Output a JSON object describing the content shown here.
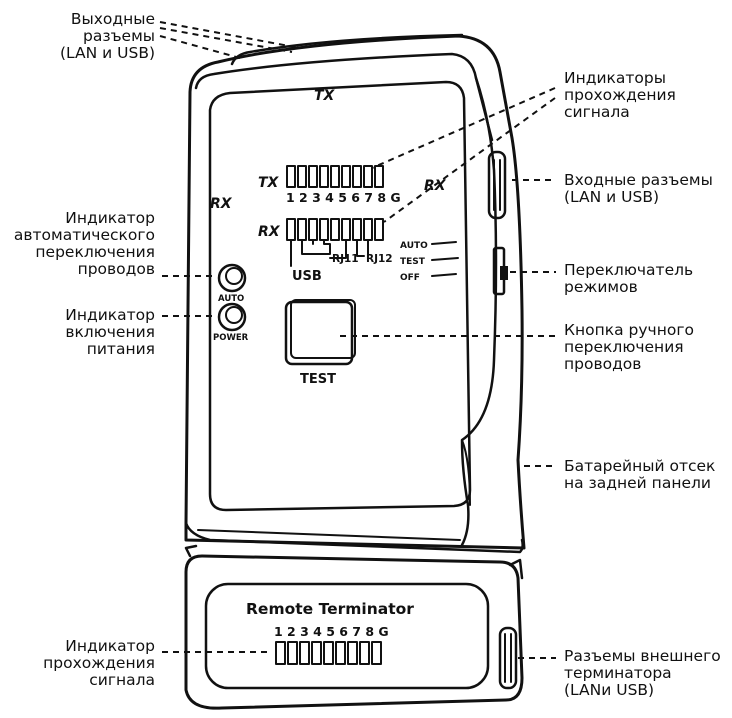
{
  "labels": {
    "output_ports": [
      "Выходные",
      "разъемы",
      "(LAN и USB)"
    ],
    "signal_indicators": [
      "Индикаторы",
      "прохождения",
      "сигнала"
    ],
    "input_ports": [
      "Входные разъемы",
      "(LAN и USB)"
    ],
    "auto_indicator": [
      "Индикатор",
      "автоматического",
      "переключения",
      "проводов"
    ],
    "mode_switch": [
      "Переключатель",
      "режимов"
    ],
    "power_indicator": [
      "Индикатор",
      "включения",
      "питания"
    ],
    "manual_button": [
      "Кнопка ручного",
      "переключения",
      "проводов"
    ],
    "battery": [
      "Батарейный отсек",
      "на задней панели"
    ],
    "remote_indicator": [
      "Индикатор",
      "прохождения",
      "сигнала"
    ],
    "remote_ports": [
      "Разъемы внешнего",
      "терминатора",
      "(LANи USB)"
    ]
  },
  "device": {
    "tx_top": "TX",
    "rx_left": "RX",
    "rx_right": "RX",
    "tx_row": "TX",
    "rx_row": "RX",
    "numbers": "1 2 3 4 5 6 7 8 G",
    "usb": "USB",
    "rj11": "RJ11",
    "rj12": "RJ12",
    "mode_auto": "AUTO",
    "mode_test": "TEST",
    "mode_off": "OFF",
    "led_auto": "AUTO",
    "led_power": "POWER",
    "test_button": "TEST"
  },
  "remote": {
    "title": "Remote Terminator",
    "numbers": "1 2 3 4 5 6 7 8 G"
  }
}
